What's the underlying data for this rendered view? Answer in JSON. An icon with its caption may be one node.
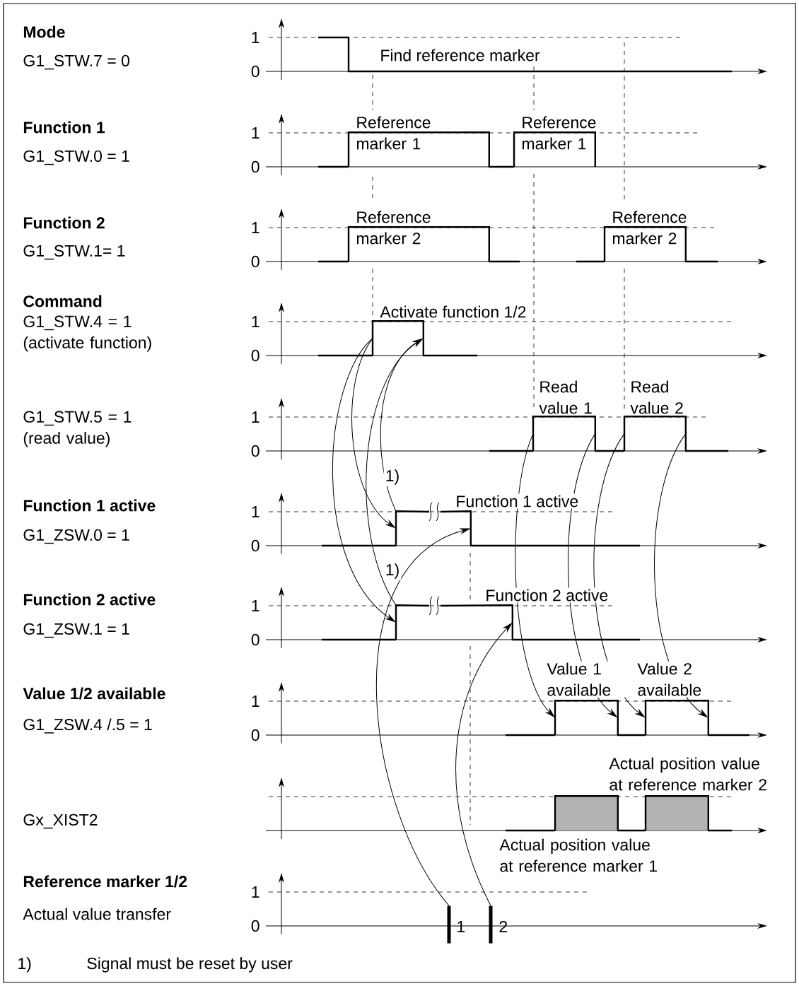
{
  "diagram": {
    "nodes": [
      {
        "text": [
          "Reference marker 1"
        ]
      },
      {
        "text": [
          "Reference marker 1"
        ]
      },
      {
        "text": [
          "Reference marker 2"
        ]
      },
      {
        "text": [
          "Reference marker 2"
        ]
      },
      {
        "text": [
          "Activate function 1/2"
        ]
      },
      {
        "text": [
          "Read value 1"
        ]
      },
      {
        "text": [
          "Read value 2"
        ]
      },
      {
        "text": [],
        "shape": "box"
      },
      {
        "text": [],
        "shape": "box"
      },
      {
        "text": [],
        "shape": "box"
      },
      {
        "text": [],
        "shape": "box"
      },
      {
        "text": [
          "Actual position value at reference marker 1"
        ]
      },
      {
        "text": [
          "Actual position value at reference marker 2"
        ]
      },
      {
        "text": [
          "1"
        ]
      },
      {
        "text": [
          "2"
        ]
      }
    ],
    "edges": [
      {
        "from": 4,
        "to": 7,
        "arrow": "to"
      },
      {
        "from": 4,
        "to": 8,
        "arrow": "to"
      },
      {
        "from": 7,
        "to": 4,
        "arrow": "to"
      },
      {
        "from": 8,
        "to": 4,
        "arrow": "to"
      },
      {
        "from": 13,
        "to": 7,
        "arrow": "to"
      },
      {
        "from": 14,
        "to": 8,
        "arrow": "to"
      },
      {
        "from": 5,
        "to": 9,
        "arrow": "to"
      },
      {
        "from": 5,
        "to": 9,
        "arrow": "to"
      },
      {
        "from": 6,
        "to": 10,
        "arrow": "to"
      },
      {
        "from": 6,
        "to": 10,
        "arrow": "to"
      }
    ],
    "labels": [
      "Mode",
      "1",
      "Find reference marker",
      "G1_STW.7 = 0",
      "0",
      "Function 1",
      "1",
      "G1_STW.0 = 1",
      "0",
      "Function 2",
      "1",
      "G1_STW.1= 1",
      "0",
      "Command",
      "1",
      "G1_STW.4 = 1 (activate function)",
      "0",
      "1",
      "G1_STW.5 = 1 (read value)",
      "0",
      "1)",
      "Function 1 active",
      "1",
      "Function 1 active",
      "G1_ZSW.0 = 1",
      "0",
      "1)",
      "Function 2 active",
      "1",
      "Function 2 active",
      "G1_ZSW.1 = 1",
      "0",
      "Value 1/2 available",
      "Value 1 available",
      "Value 2 available",
      "1",
      "G1_ZSW.4 /.5 = 1",
      "0",
      "Gx_XIST2",
      "Reference marker 1/2",
      "1",
      "Actual value transfer",
      "0",
      "1)",
      "Signal must be reset by user"
    ]
  }
}
